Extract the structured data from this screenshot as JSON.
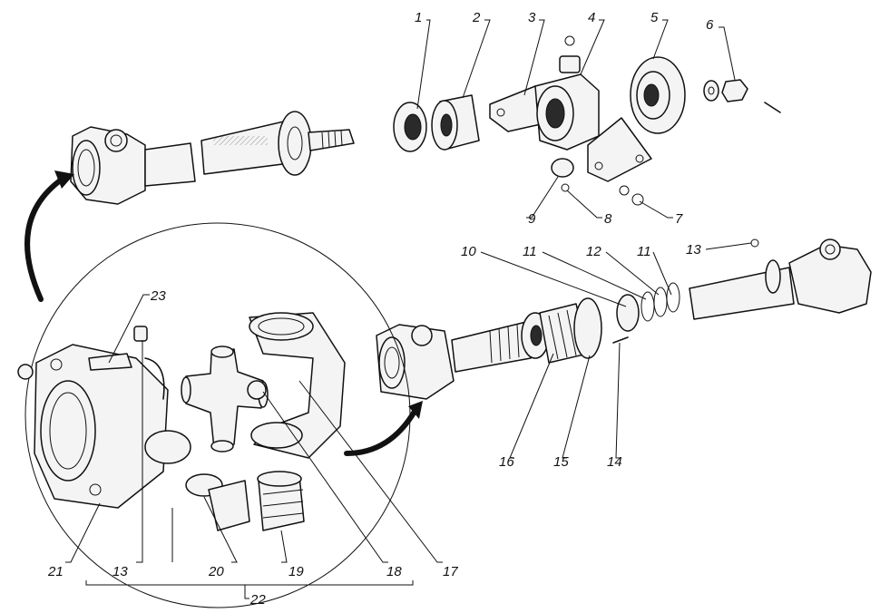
{
  "callouts": {
    "c1": "1",
    "c2": "2",
    "c3": "3",
    "c4": "4",
    "c5": "5",
    "c6": "6",
    "c7": "7",
    "c8": "8",
    "c9": "9",
    "c10": "10",
    "c11a": "11",
    "c11b": "11",
    "c12": "12",
    "c13a": "13",
    "c13b": "13",
    "c14": "14",
    "c15": "15",
    "c16": "16",
    "c17": "17",
    "c18": "18",
    "c19": "19",
    "c20": "20",
    "c21": "21",
    "c22": "22",
    "c23": "23"
  }
}
